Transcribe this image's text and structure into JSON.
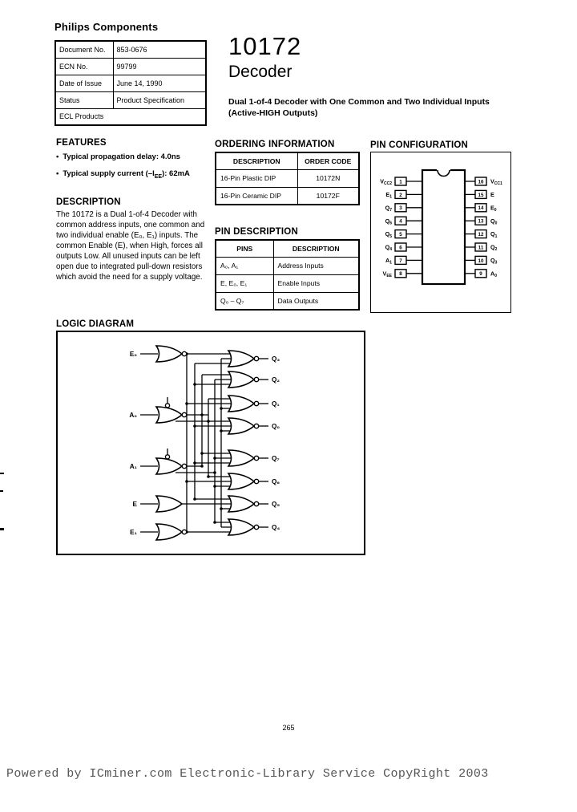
{
  "brand": "Philips Components",
  "doc_info": {
    "rows": [
      {
        "label": "Document No.",
        "value": "853-0676"
      },
      {
        "label": "ECN No.",
        "value": "99799"
      },
      {
        "label": "Date of Issue",
        "value": "June 14, 1990"
      },
      {
        "label": "Status",
        "value": "Product Specification"
      }
    ],
    "footer_row": "ECL Products"
  },
  "title": {
    "part_number": "10172",
    "part_name": "Decoder",
    "subtitle": "Dual 1-of-4 Decoder with One Common and Two Individual Inputs (Active-HIGH Outputs)"
  },
  "features": {
    "heading": "FEATURES",
    "item1": "Typical propagation delay: 4.0ns",
    "item2_pre": "Typical supply current  (–I",
    "item2_sub": "EE",
    "item2_post": "): 62mA"
  },
  "description": {
    "heading": "DESCRIPTION",
    "text": "The 10172 is a Dual 1-of-4 Decoder with common address inputs, one common and two individual enable (E₀, E₁) inputs. The common Enable (E), when High, forces all outputs Low. All unused inputs can be left open due to integrated pull-down resistors which avoid the need for a supply voltage."
  },
  "ordering": {
    "heading": "ORDERING INFORMATION",
    "headers": [
      "DESCRIPTION",
      "ORDER CODE"
    ],
    "rows": [
      [
        "16-Pin Plastic DIP",
        "10172N"
      ],
      [
        "16-Pin Ceramic DIP",
        "10172F"
      ]
    ]
  },
  "pin_description": {
    "heading": "PIN DESCRIPTION",
    "headers": [
      "PINS",
      "DESCRIPTION"
    ],
    "rows": [
      [
        "A₀, A₁",
        "Address Inputs"
      ],
      [
        "E, E₀, E₁",
        "Enable Inputs"
      ],
      [
        "Q₀ – Q₇",
        "Data Outputs"
      ]
    ]
  },
  "pin_configuration": {
    "heading": "PIN CONFIGURATION",
    "left": [
      {
        "num": "1",
        "base": "V",
        "sub": "CC2"
      },
      {
        "num": "2",
        "base": "E",
        "sub": "1"
      },
      {
        "num": "3",
        "base": "Q",
        "sub": "7"
      },
      {
        "num": "4",
        "base": "Q",
        "sub": "6"
      },
      {
        "num": "5",
        "base": "Q",
        "sub": "5"
      },
      {
        "num": "6",
        "base": "Q",
        "sub": "4"
      },
      {
        "num": "7",
        "base": "A",
        "sub": "1"
      },
      {
        "num": "8",
        "base": "V",
        "sub": "EE"
      }
    ],
    "right": [
      {
        "num": "16",
        "base": "V",
        "sub": "CC1"
      },
      {
        "num": "15",
        "base": "E",
        "sub": ""
      },
      {
        "num": "14",
        "base": "E",
        "sub": "0"
      },
      {
        "num": "13",
        "base": "Q",
        "sub": "0"
      },
      {
        "num": "12",
        "base": "Q",
        "sub": "1"
      },
      {
        "num": "11",
        "base": "Q",
        "sub": "2"
      },
      {
        "num": "10",
        "base": "Q",
        "sub": "3"
      },
      {
        "num": "9",
        "base": "A",
        "sub": "0"
      }
    ]
  },
  "logic": {
    "heading": "LOGIC DIAGRAM",
    "inputs": [
      "E₀",
      "A₀",
      "A₁",
      "E",
      "E₁"
    ],
    "outputs": [
      "Q₃",
      "Q₂",
      "Q₁",
      "Q₀",
      "Q₇",
      "Q₆",
      "Q₅",
      "Q₄"
    ]
  },
  "page": {
    "number": "265",
    "footer": "Powered by ICminer.com Electronic-Library Service CopyRight 2003"
  }
}
